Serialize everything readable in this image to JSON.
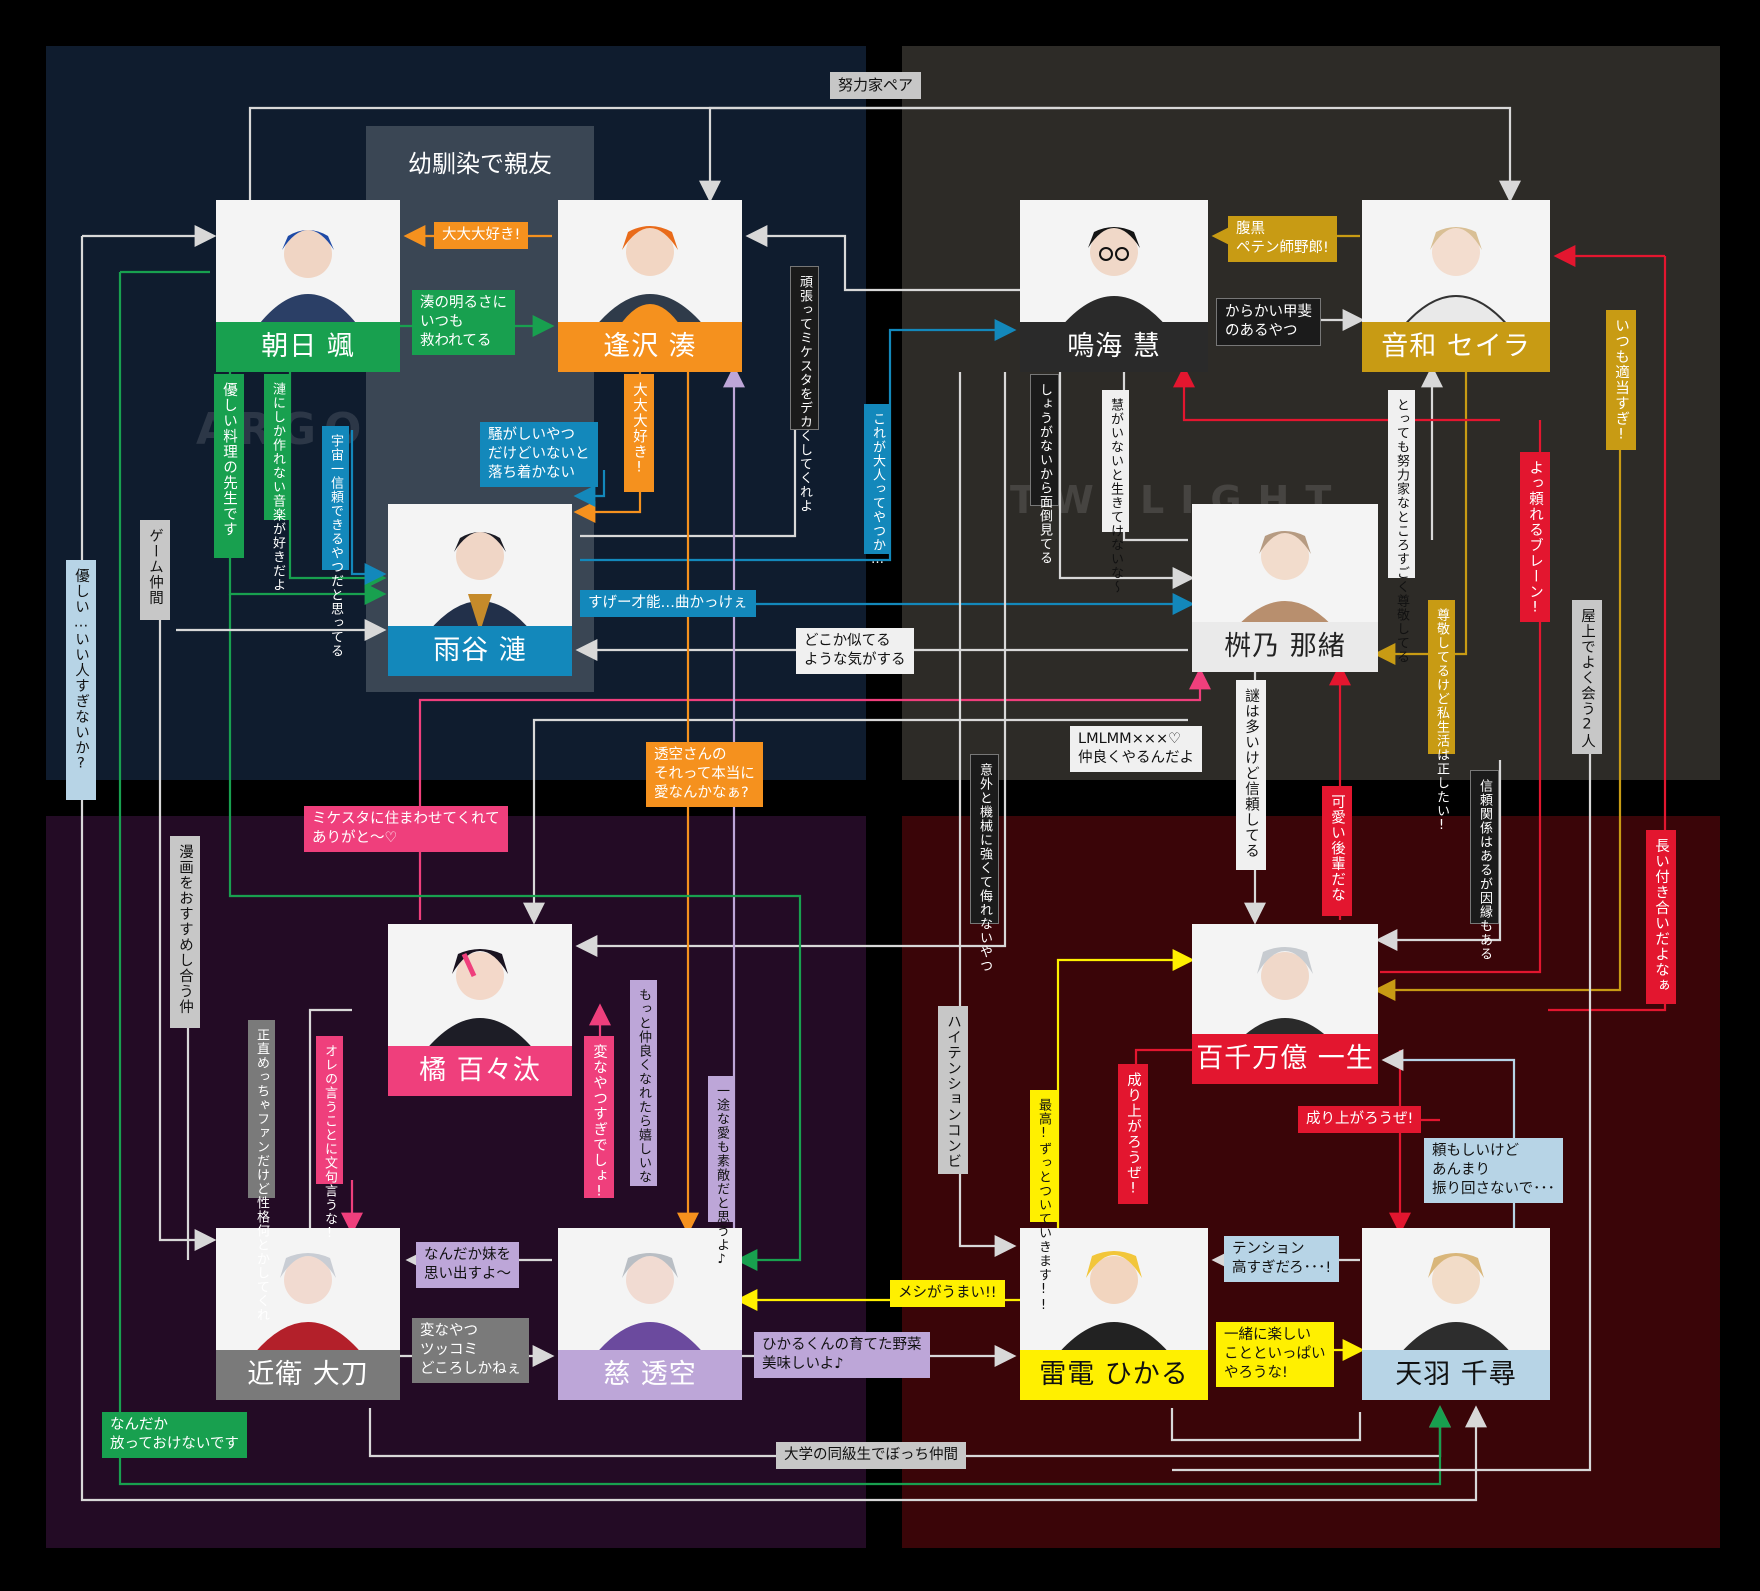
{
  "group": {
    "title": "幼馴染で親友"
  },
  "watermarks": {
    "argonavis": "ARGONAVIS",
    "twilight": "TWILIGHT"
  },
  "characters": {
    "asahi": "朝日 颯",
    "aizawa": "逢沢 湊",
    "amaya": "雨谷 漣",
    "narumi": "鳴海 慧",
    "otowa": "音和 セイラ",
    "hashino": "桝乃 那緒",
    "tachibana": "橘 百々汰",
    "konoe": "近衛 大刀",
    "jitoku": "慈 透空",
    "momochi": "百千万億 一生",
    "raiden": "雷電 ひかる",
    "amabane": "天羽 千尋"
  },
  "labels": {
    "doryoku": "努力家ペア",
    "daidaidai": "大大大好き!",
    "minato_akarusa": "湊の明るさに\nいつも\n救われてる",
    "yasashii_ryori": "優しい料理の先生です",
    "ren_ongaku": "漣にしか作れない音楽が好きだよ",
    "uchu_ichi": "宇宙一信頼できるやつだと思ってる",
    "sawagashii": "騒がしいやつ\nだけどいないと\n落ち着かない",
    "daidaidai2": "大大大好き!",
    "ganbatte": "頑張ってミケスタをデカくしてくれよ",
    "kore_otona": "これが大人ってやつか…",
    "sugee": "すげー才能…曲かっけぇ",
    "dokoka": "どこか似てる\nような気がする",
    "haraguro": "腹黒\nペテン師野郎!",
    "karakai": "からかい甲斐\nのあるやつ",
    "shouganai": "しょうがないから面倒見てる",
    "kei_inai": "慧がいないと生きてけないな〜",
    "totemo_doryoku": "とっても努力家なところすごく尊敬してる",
    "itsumo_tekitou": "いつも適当すぎ!",
    "yottayoreru": "よっ頼れるブレーン!",
    "sonkei": "尊敬してるけど私生活は正したい!",
    "okujou": "屋上でよく会う2人",
    "lmlmm": "LMLMM×××♡\n仲良くやるんだよ",
    "nazo": "謎は多いけど信頼してる",
    "kawaii_kouhai": "可愛い後輩だな",
    "shinrai_kankei": "信頼関係はあるが因縁もある",
    "nagai_tsukiai": "長い付き合いだよなぁ",
    "igai_kikai": "意外と機械に強くて侮れないやつ",
    "toa_sore": "透空さんの\nそれって本当に\n愛なんかなぁ?",
    "mikesta_sumawasete": "ミケスタに住まわせてくれて\nありがと〜♡",
    "game_nakama": "ゲーム仲間",
    "yasashii_iihito": "優しい…いい人すぎないか?",
    "manga": "漫画をおすすめし合う仲",
    "shoujiki": "正直めっちゃファンだけど性格何とかしてくれ",
    "ore_no_iu": "オレの言うことに文句言うな!",
    "hen_na_yatsu_sugi": "変なやつすぎでしょ!",
    "motto_nakayoku": "もっと仲良くなれたら嬉しいな",
    "ichizu": "一途な愛も素敵だと思うよ♪",
    "imouto": "なんだか妹を\n思い出すよ〜",
    "hen_na_yatsu": "変なやつ\nツッコミ\nどころしかねぇ",
    "hikaru_yasai": "ひかるくんの育てた野菜\n美味しいよ♪",
    "meshi": "メシがうまい!!",
    "high_tension": "ハイテンションコンビ",
    "saikou": "最高!ずっとついていきます!!",
    "nariagaro_ze": "成り上がろうぜ!",
    "nariagaro_ze2": "成り上がろうぜ!",
    "tanomoshii": "頼もしいけど\nあんまり\n振り回さないで･･･",
    "tension_takasugi": "テンション\n高すぎだろ･･･!",
    "issho_ni": "一緒に楽しい\nことといっぱい\nやろうな!",
    "daigaku": "大学の同級生でぼっち仲間",
    "nandaka_hottoke": "なんだか\n放っておけないです"
  },
  "colors": {
    "q_argonavis": "#0f1c2e",
    "q_twilight": "#2d2b27",
    "q_lmlmm": "#230b25",
    "q_gyroaxia": "#3a0508",
    "asahi": "#18a04f",
    "aizawa": "#f5911e",
    "amaya": "#1388bb",
    "narumi": "#2a2a2a",
    "otowa": "#c89b14",
    "hashino": "#eaeaea",
    "tachibana": "#ef3f7c",
    "konoe": "#7a7a7a",
    "jitoku": "#bda6d8",
    "momochi": "#e3162f",
    "raiden": "#fff000",
    "amabane": "#b7d4e6",
    "gray_label": "#c7c7c7",
    "white_line": "#d8d8d8"
  }
}
